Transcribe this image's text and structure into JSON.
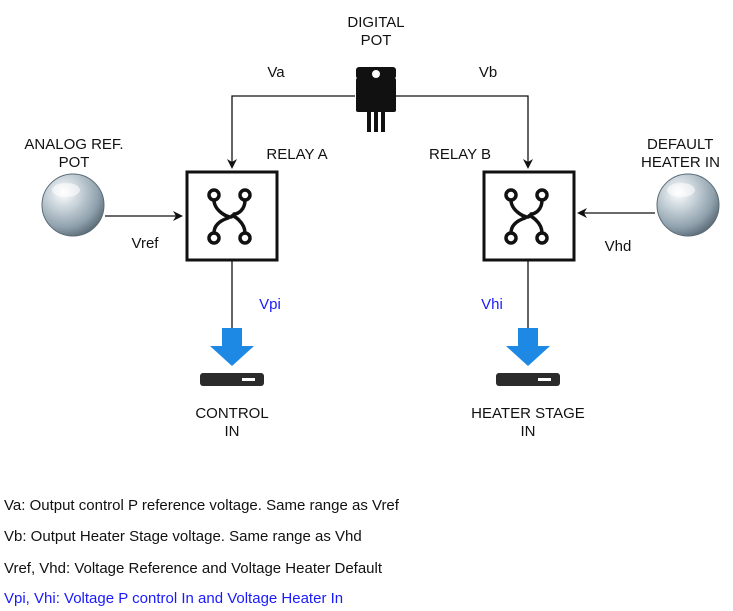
{
  "colors": {
    "line": "#111111",
    "accent_blue": "#1a1aff",
    "arrow_blue": "#1e88e5",
    "knob": "#8fa1ad"
  },
  "icons": {
    "digital_pot": "ic-chip-icon",
    "analog_pot": "knob-icon",
    "default_heater": "knob-icon",
    "relay": "relay-switch-icon",
    "input_port": "download-arrow-icon"
  },
  "labels": {
    "digital_pot_line1": "DIGITAL",
    "digital_pot_line2": "POT",
    "va": "Va",
    "vb": "Vb",
    "analog_ref_line1": "ANALOG REF.",
    "analog_ref_line2": "POT",
    "relay_a": "RELAY A",
    "relay_b": "RELAY B",
    "default_heater_line1": "DEFAULT",
    "default_heater_line2": "HEATER IN",
    "vref": "Vref",
    "vhd": "Vhd",
    "vpi": "Vpi",
    "vhi": "Vhi",
    "control_in_line1": "CONTROL",
    "control_in_line2": "IN",
    "heater_stage_line1": "HEATER STAGE",
    "heater_stage_line2": "IN"
  },
  "notes": [
    "Va: Output control P reference voltage. Same range as Vref",
    "Vb: Output Heater Stage voltage. Same range as Vhd",
    "Vref, Vhd: Voltage Reference and Voltage Heater Default",
    "Vpi, Vhi: Voltage P control In and Voltage Heater In"
  ]
}
